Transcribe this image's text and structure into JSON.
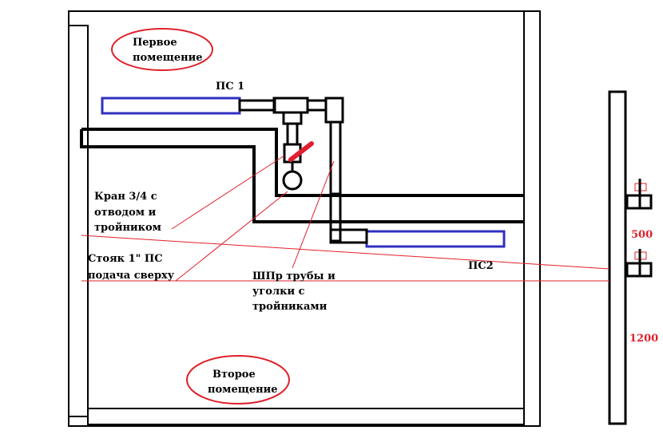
{
  "room1": {
    "line1": "Первое",
    "line2": "помещение"
  },
  "room2": {
    "line1": "Второе",
    "line2": "помещение"
  },
  "radiator1": "ПС 1",
  "radiator2": "ПС2",
  "valve_label": {
    "line1": "Кран 3/4 с",
    "line2": "отводом и",
    "line3": "тройником"
  },
  "riser_label": {
    "line1": "Стояк 1\"  ПС",
    "line2": "подача сверху"
  },
  "pipe_label": {
    "line1": "ШПр трубы и",
    "line2": "уголки с",
    "line3": "тройниками"
  },
  "dimensions": {
    "upper": "500",
    "lower": "1200"
  },
  "colors": {
    "walls": "#000000",
    "radiator": "#3030c0",
    "label_ellipse": "#e0202a",
    "leader_lines": "#e0202a",
    "valve_handle": "#e02030"
  }
}
